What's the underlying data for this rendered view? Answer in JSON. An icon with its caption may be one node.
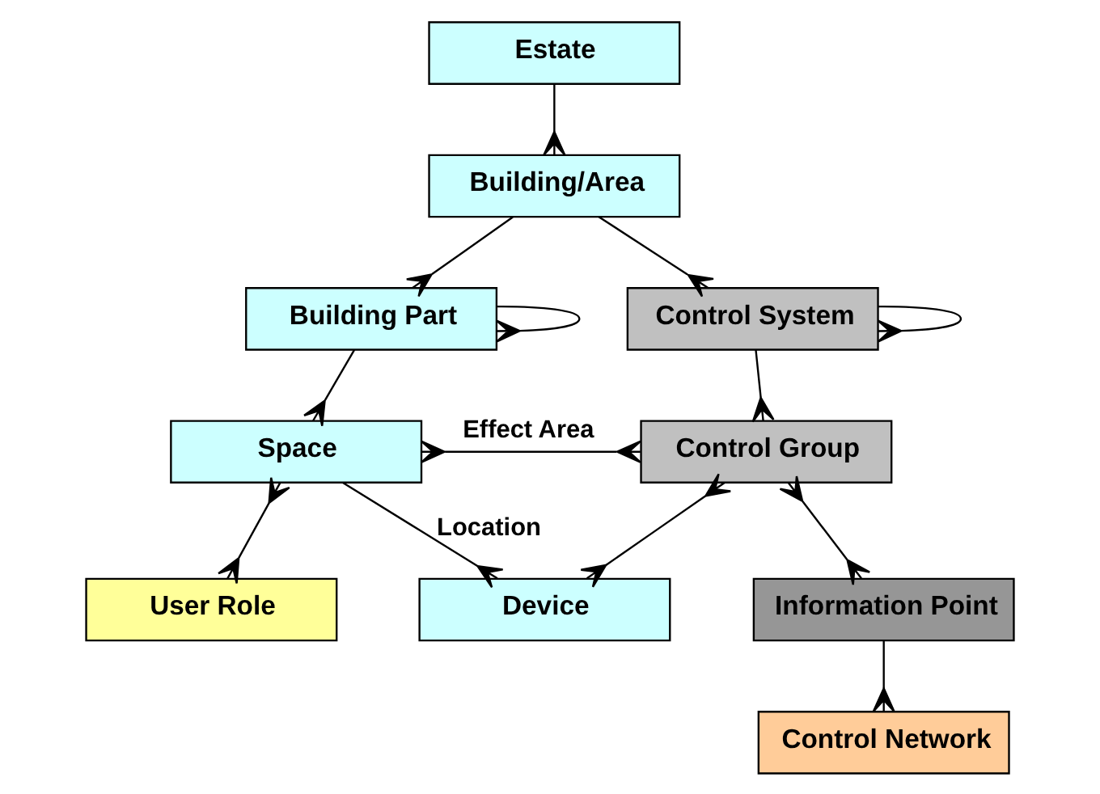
{
  "diagram": {
    "nodes": [
      {
        "text": [
          "Estate"
        ]
      },
      {
        "text": [
          "Building/Area"
        ]
      },
      {
        "text": [
          "Building Part"
        ]
      },
      {
        "text": [
          "Control System"
        ]
      },
      {
        "text": [
          "Space"
        ]
      },
      {
        "text": [
          "Control Group"
        ]
      },
      {
        "text": [
          "User Role"
        ]
      },
      {
        "text": [
          "Device"
        ]
      },
      {
        "text": [
          "Information Point"
        ]
      },
      {
        "text": [
          "Control Network"
        ]
      }
    ],
    "edges": [
      {
        "from": 0,
        "to": 1,
        "arrow": "other"
      },
      {
        "from": 1,
        "to": 2,
        "arrow": "other"
      },
      {
        "from": 2,
        "to": 2,
        "arrow": "other"
      },
      {
        "from": 1,
        "to": 3,
        "arrow": "other"
      },
      {
        "from": 3,
        "to": 3,
        "arrow": "other"
      },
      {
        "from": 2,
        "to": 4,
        "arrow": "other"
      },
      {
        "from": 3,
        "to": 5,
        "arrow": "other"
      },
      {
        "from": 4,
        "to": 5,
        "arrow": "other",
        "label": "Effect Area"
      },
      {
        "from": 4,
        "to": 6,
        "arrow": "other"
      },
      {
        "from": 4,
        "to": 7,
        "arrow": "other",
        "label": "Location"
      },
      {
        "from": 5,
        "to": 7,
        "arrow": "other"
      },
      {
        "from": 5,
        "to": 8,
        "arrow": "other"
      },
      {
        "from": 8,
        "to": 9,
        "arrow": "other"
      }
    ]
  }
}
